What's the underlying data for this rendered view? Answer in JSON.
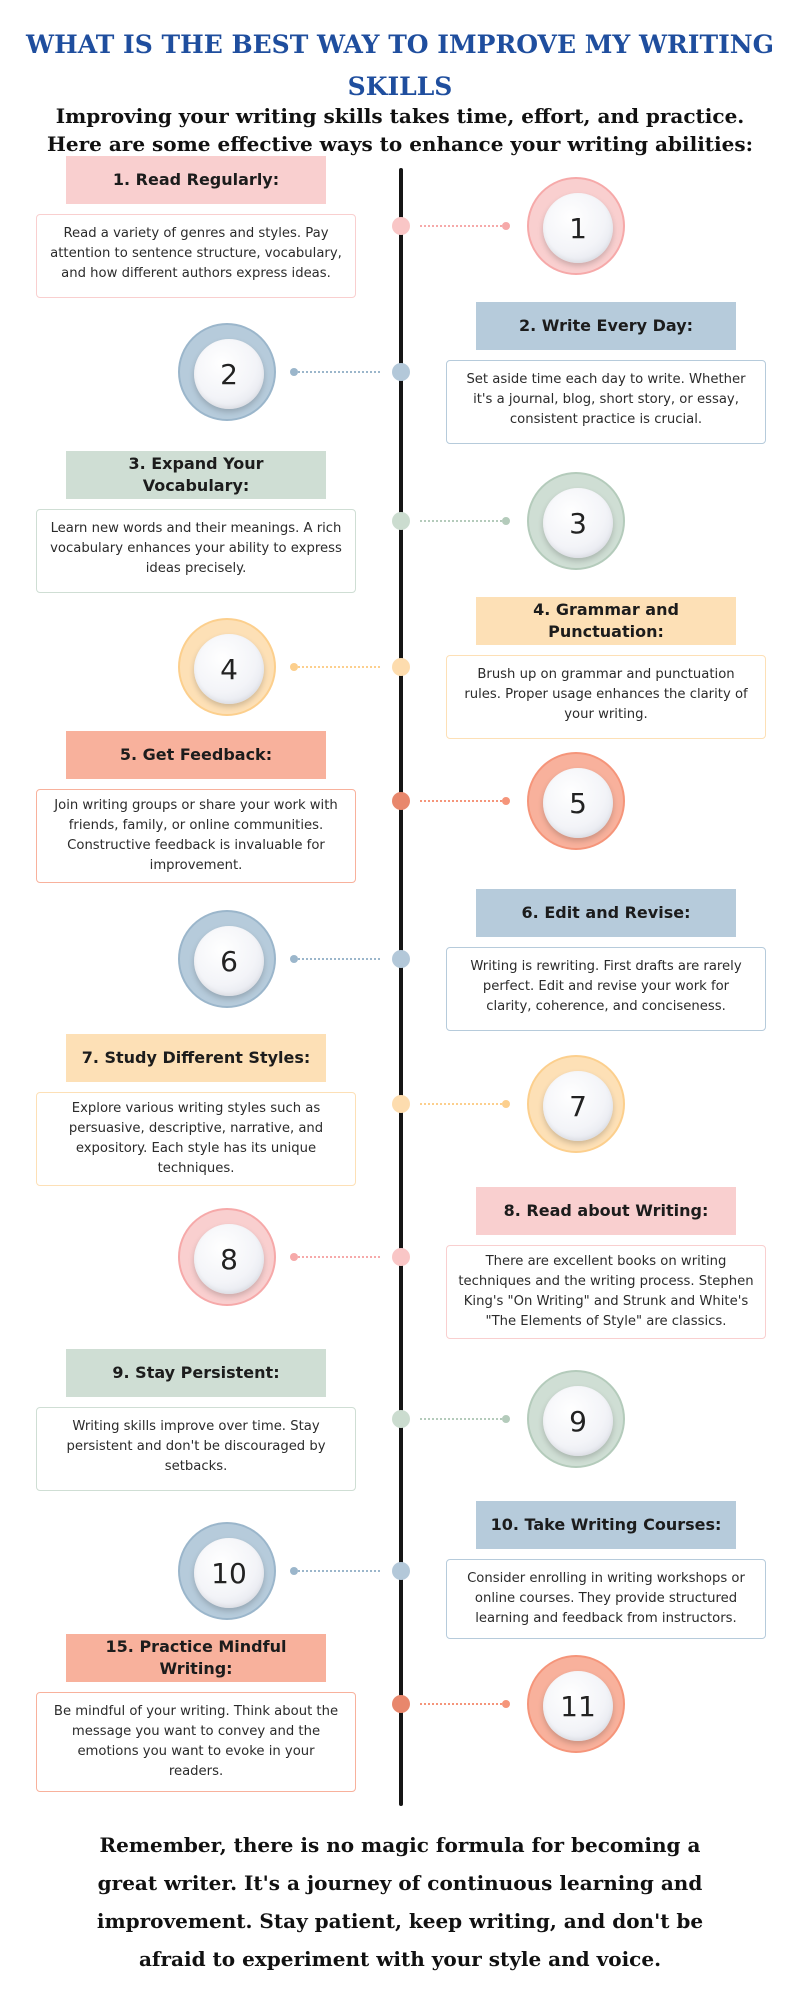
{
  "title": "WHAT IS THE BEST WAY TO IMPROVE MY WRITING SKILLS",
  "intro": "Improving your writing skills takes time, effort, and practice. Here are some effective ways to enhance your writing abilities:",
  "colors": {
    "pink": "#f9cfcf",
    "blue": "#b6cbdb",
    "green": "#cfded4",
    "yellow": "#fde0b6",
    "salmon": "#f8b19c",
    "title": "#1f4e9e"
  },
  "steps": [
    {
      "number": "1",
      "title": "1. Read Regularly:",
      "description": "Read a variety of genres and styles. Pay attention to sentence structure, vocabulary, and how different authors express ideas.",
      "color": "pink"
    },
    {
      "number": "2",
      "title": "2. Write Every Day:",
      "description": "Set aside time each day to write. Whether it's a journal, blog, short story, or essay, consistent practice is crucial.",
      "color": "blue"
    },
    {
      "number": "3",
      "title": "3. Expand Your Vocabulary:",
      "description": "Learn new words and their meanings. A rich vocabulary enhances your ability to express ideas precisely.",
      "color": "green"
    },
    {
      "number": "4",
      "title": "4. Grammar and Punctuation:",
      "description": "Brush up on grammar and punctuation rules. Proper usage enhances the clarity of your writing.",
      "color": "yellow"
    },
    {
      "number": "5",
      "title": "5. Get Feedback:",
      "description": "Join writing groups or share your work with friends, family, or online communities. Constructive feedback is invaluable for improvement.",
      "color": "salmon"
    },
    {
      "number": "6",
      "title": "6. Edit and Revise:",
      "description": "Writing is rewriting. First drafts are rarely perfect. Edit and revise your work for clarity, coherence, and conciseness.",
      "color": "blue"
    },
    {
      "number": "7",
      "title": "7. Study Different Styles:",
      "description": "Explore various writing styles such as persuasive, descriptive, narrative, and expository. Each style has its unique techniques.",
      "color": "yellow"
    },
    {
      "number": "8",
      "title": "8. Read about Writing:",
      "description": "There are excellent books on writing techniques and the writing process. Stephen King's \"On Writing\" and Strunk and White's \"The Elements of Style\" are classics.",
      "color": "pink"
    },
    {
      "number": "9",
      "title": "9. Stay Persistent:",
      "description": "Writing skills improve over time. Stay persistent and don't be discouraged by setbacks.",
      "color": "green"
    },
    {
      "number": "10",
      "title": "10. Take Writing Courses:",
      "description": "Consider enrolling in writing workshops or online courses. They provide structured learning and feedback from instructors.",
      "color": "blue"
    },
    {
      "number": "11",
      "title": "15. Practice Mindful Writing:",
      "description": "Be mindful of your writing. Think about the message you want to convey and the emotions you want to evoke in your readers.",
      "color": "salmon"
    }
  ],
  "outro": "Remember, there is no magic formula for becoming a great writer. It's a journey of continuous learning and improvement. Stay patient, keep writing, and don't be afraid to experiment with your style and voice."
}
